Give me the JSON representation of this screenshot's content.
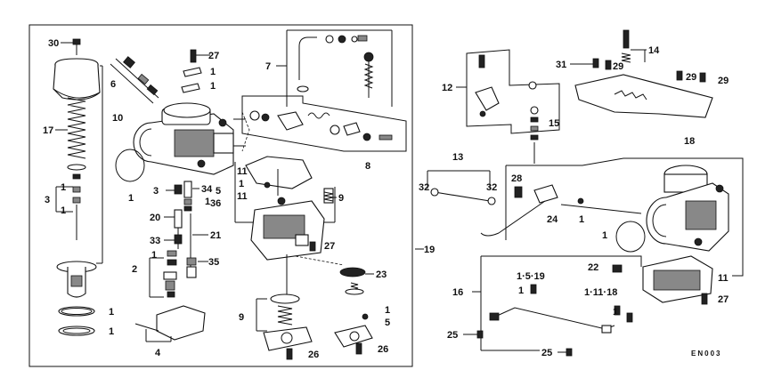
{
  "diagram": {
    "code": "EN003",
    "callouts": [
      {
        "id": "c30",
        "text": "30"
      },
      {
        "id": "c10",
        "text": "10"
      },
      {
        "id": "c17",
        "text": "17"
      },
      {
        "id": "c3a",
        "text": "3"
      },
      {
        "id": "c1a",
        "text": "1"
      },
      {
        "id": "c1b",
        "text": "1"
      },
      {
        "id": "c4",
        "text": "4"
      },
      {
        "id": "c1c",
        "text": "1"
      },
      {
        "id": "c1d",
        "text": "1"
      },
      {
        "id": "c6",
        "text": "6"
      },
      {
        "id": "c27a",
        "text": "27"
      },
      {
        "id": "c1e",
        "text": "1"
      },
      {
        "id": "c1f",
        "text": "1"
      },
      {
        "id": "c1g",
        "text": "1"
      },
      {
        "id": "c7",
        "text": "7"
      },
      {
        "id": "c8",
        "text": "8"
      },
      {
        "id": "c3b",
        "text": "3"
      },
      {
        "id": "c34",
        "text": "34"
      },
      {
        "id": "c1h",
        "text": "1"
      },
      {
        "id": "c36",
        "text": "36"
      },
      {
        "id": "c20",
        "text": "20"
      },
      {
        "id": "c21",
        "text": "21"
      },
      {
        "id": "c33",
        "text": "33"
      },
      {
        "id": "c1i",
        "text": "1"
      },
      {
        "id": "c2",
        "text": "2"
      },
      {
        "id": "c35",
        "text": "35"
      },
      {
        "id": "c11a",
        "text": "11"
      },
      {
        "id": "c5a",
        "text": "5"
      },
      {
        "id": "c1j",
        "text": "1"
      },
      {
        "id": "c11b",
        "text": "11"
      },
      {
        "id": "c9a",
        "text": "9"
      },
      {
        "id": "c27b",
        "text": "27"
      },
      {
        "id": "c23",
        "text": "23"
      },
      {
        "id": "c9b",
        "text": "9"
      },
      {
        "id": "c1k",
        "text": "1"
      },
      {
        "id": "c5b",
        "text": "5"
      },
      {
        "id": "c26a",
        "text": "26"
      },
      {
        "id": "c26b",
        "text": "26"
      },
      {
        "id": "c19",
        "text": "19"
      },
      {
        "id": "c12",
        "text": "12"
      },
      {
        "id": "c31",
        "text": "31"
      },
      {
        "id": "c29a",
        "text": "29"
      },
      {
        "id": "c14",
        "text": "14"
      },
      {
        "id": "c29b",
        "text": "29"
      },
      {
        "id": "c29c",
        "text": "29"
      },
      {
        "id": "c15",
        "text": "15"
      },
      {
        "id": "c18",
        "text": "18"
      },
      {
        "id": "c13",
        "text": "13"
      },
      {
        "id": "c32a",
        "text": "32"
      },
      {
        "id": "c32b",
        "text": "32"
      },
      {
        "id": "c28",
        "text": "28"
      },
      {
        "id": "c24",
        "text": "24"
      },
      {
        "id": "c1l",
        "text": "1"
      },
      {
        "id": "c1m",
        "text": "1"
      },
      {
        "id": "c22",
        "text": "22"
      },
      {
        "id": "c11c",
        "text": "11"
      },
      {
        "id": "c27c",
        "text": "27"
      },
      {
        "id": "c16",
        "text": "16"
      },
      {
        "id": "c1519",
        "text": "1·5·19"
      },
      {
        "id": "c1n",
        "text": "1"
      },
      {
        "id": "c11118",
        "text": "1·11·18"
      },
      {
        "id": "c1o",
        "text": "1"
      },
      {
        "id": "c25a",
        "text": "25"
      },
      {
        "id": "c25b",
        "text": "25"
      }
    ]
  }
}
